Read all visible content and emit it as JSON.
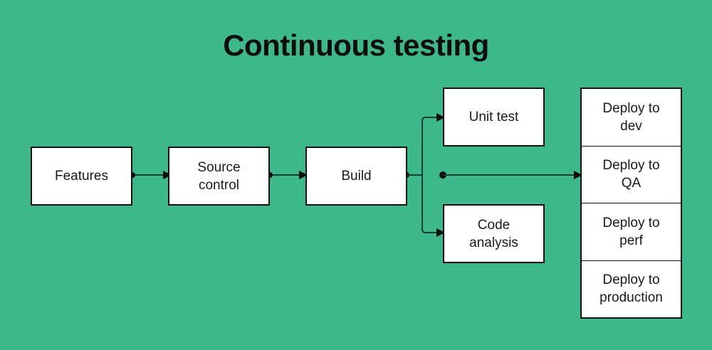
{
  "diagram": {
    "title": "Continuous testing",
    "background_color": "#3cb88a",
    "node_fill": "#ffffff",
    "node_border_color": "#111111",
    "connector_color": "#1c3d33",
    "text_color": "#1a1a1a",
    "title_color": "#0d0d0d",
    "nodes": [
      {
        "id": "features",
        "label": "Features"
      },
      {
        "id": "source-control",
        "label": "Source\ncontrol",
        "line1": "Source",
        "line2": "control"
      },
      {
        "id": "build",
        "label": "Build"
      },
      {
        "id": "unit-test",
        "label": "Unit test"
      },
      {
        "id": "code-analysis",
        "label": "Code\nanalysis",
        "line1": "Code",
        "line2": "analysis"
      }
    ],
    "deploy_stack": {
      "rows": [
        {
          "id": "deploy-dev",
          "line1": "Deploy to",
          "line2": "dev"
        },
        {
          "id": "deploy-qa",
          "line1": "Deploy to",
          "line2": "QA"
        },
        {
          "id": "deploy-perf",
          "line1": "Deploy to",
          "line2": "perf"
        },
        {
          "id": "deploy-production",
          "line1": "Deploy to",
          "line2": "production"
        }
      ]
    },
    "edges": [
      {
        "from": "features",
        "to": "source-control"
      },
      {
        "from": "source-control",
        "to": "build"
      },
      {
        "from": "build",
        "to": "unit-test"
      },
      {
        "from": "build",
        "to": "code-analysis"
      },
      {
        "from": "build",
        "to": "deploy-qa"
      }
    ]
  }
}
